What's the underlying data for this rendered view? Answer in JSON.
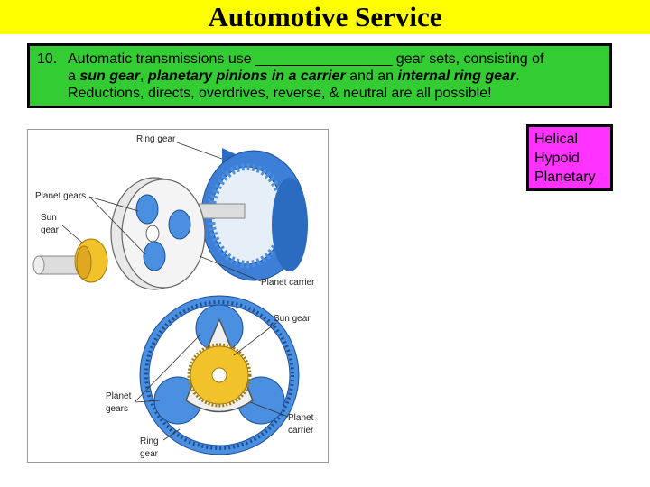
{
  "slide": {
    "title": "Automotive Service"
  },
  "question": {
    "number": "10.",
    "line1": "Automatic transmissions use _________________ gear sets, consisting of",
    "line2_pre": "a ",
    "line2_term1": "sun gear",
    "line2_sep": ", ",
    "line2_term2": "planetary pinions in a carrier",
    "line2_mid": " and an ",
    "line2_term3": "internal ring gear",
    "line2_end": ".",
    "line3": "Reductions, directs, overdrives, reverse, & neutral are all possible!"
  },
  "answers": [
    "Helical",
    "Hypoid",
    "Planetary"
  ],
  "figure": {
    "labels": {
      "ring_gear": "Ring gear",
      "planet_gears": "Planet gears",
      "sun_gear_1": "Sun",
      "sun_gear_2": "gear",
      "planet_carrier": "Planet carrier",
      "sun_gear_bottom": "Sun gear",
      "planet_gears_bottom_1": "Planet",
      "planet_gears_bottom_2": "gears",
      "planet_carrier_bottom_1": "Planet",
      "planet_carrier_bottom_2": "carrier",
      "ring_gear_bottom_1": "Ring",
      "ring_gear_bottom_2": "gear"
    },
    "colors": {
      "ring": "#4a8fe0",
      "ring_dark": "#2c6cc0",
      "sun": "#f2c22a",
      "carrier": "#e8e8e8",
      "shaft": "#dddddd"
    }
  }
}
